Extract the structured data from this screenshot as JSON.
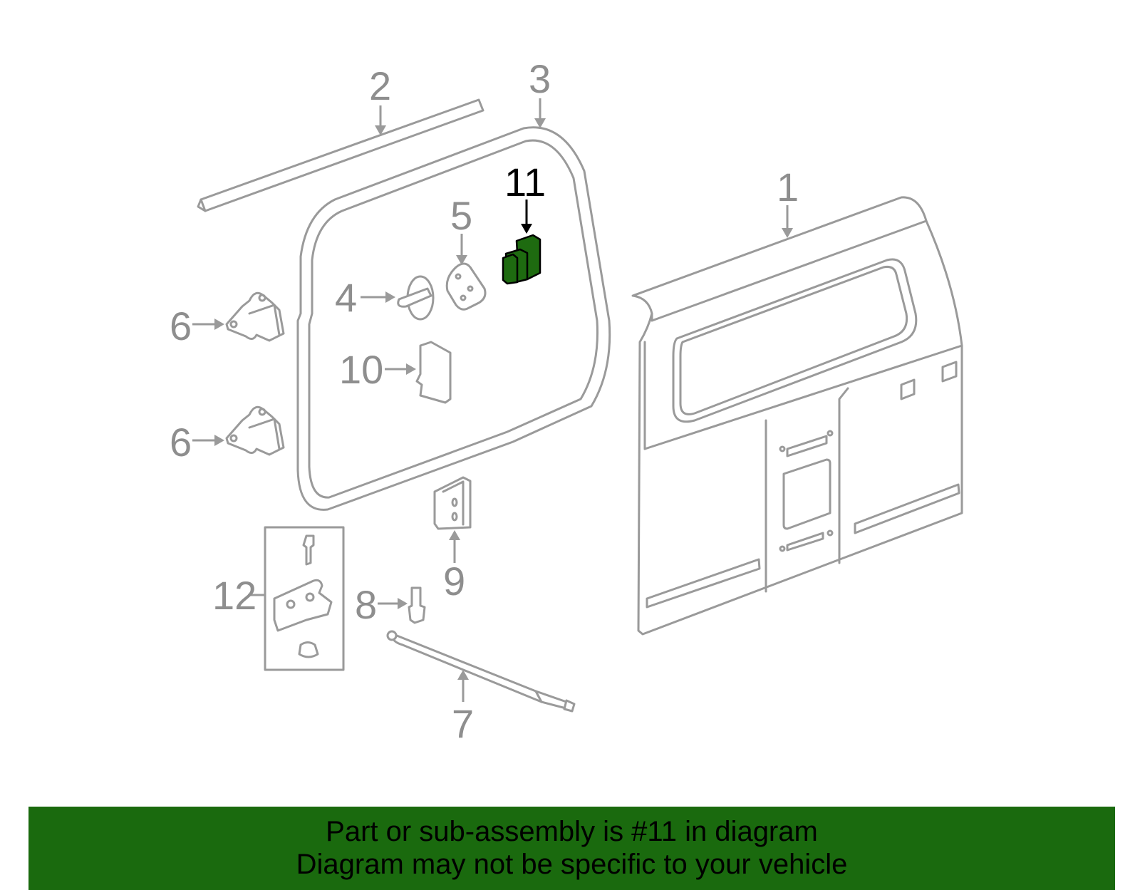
{
  "diagram": {
    "callouts": {
      "c1": "1",
      "c2": "2",
      "c3": "3",
      "c4": "4",
      "c5": "5",
      "c6a": "6",
      "c6b": "6",
      "c7": "7",
      "c8": "8",
      "c9": "9",
      "c10": "10",
      "c11": "11",
      "c12": "12"
    },
    "highlighted_part": "11",
    "highlight_color": "#1e6b10",
    "line_color": "#9a9a9a"
  },
  "banner": {
    "line1": "Part or sub-assembly is #11 in diagram",
    "line2": "Diagram may not be specific to your vehicle",
    "background": "#1a6a0e"
  }
}
